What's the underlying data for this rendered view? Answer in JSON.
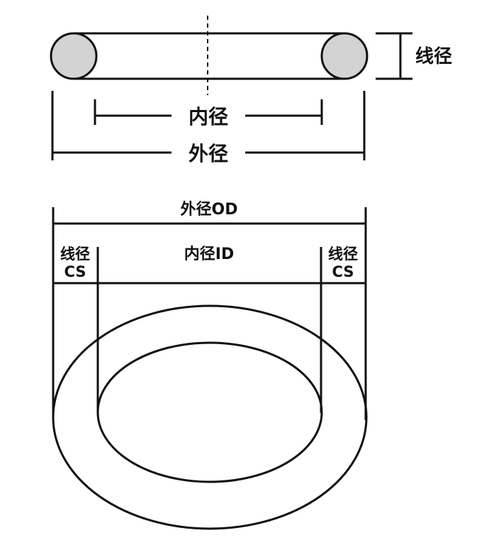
{
  "cross_section": {
    "wire_diameter_label": "线径",
    "inner_diameter_label": "内径",
    "outer_diameter_label": "外径"
  },
  "ring_view": {
    "outer_label": "外径OD",
    "inner_label": "内径ID",
    "cs_left": {
      "line1": "线径",
      "line2": "CS"
    },
    "cs_right": {
      "line1": "线径",
      "line2": "CS"
    }
  },
  "colors": {
    "stroke": "#111111",
    "section_fill": "#d3d3d3"
  }
}
